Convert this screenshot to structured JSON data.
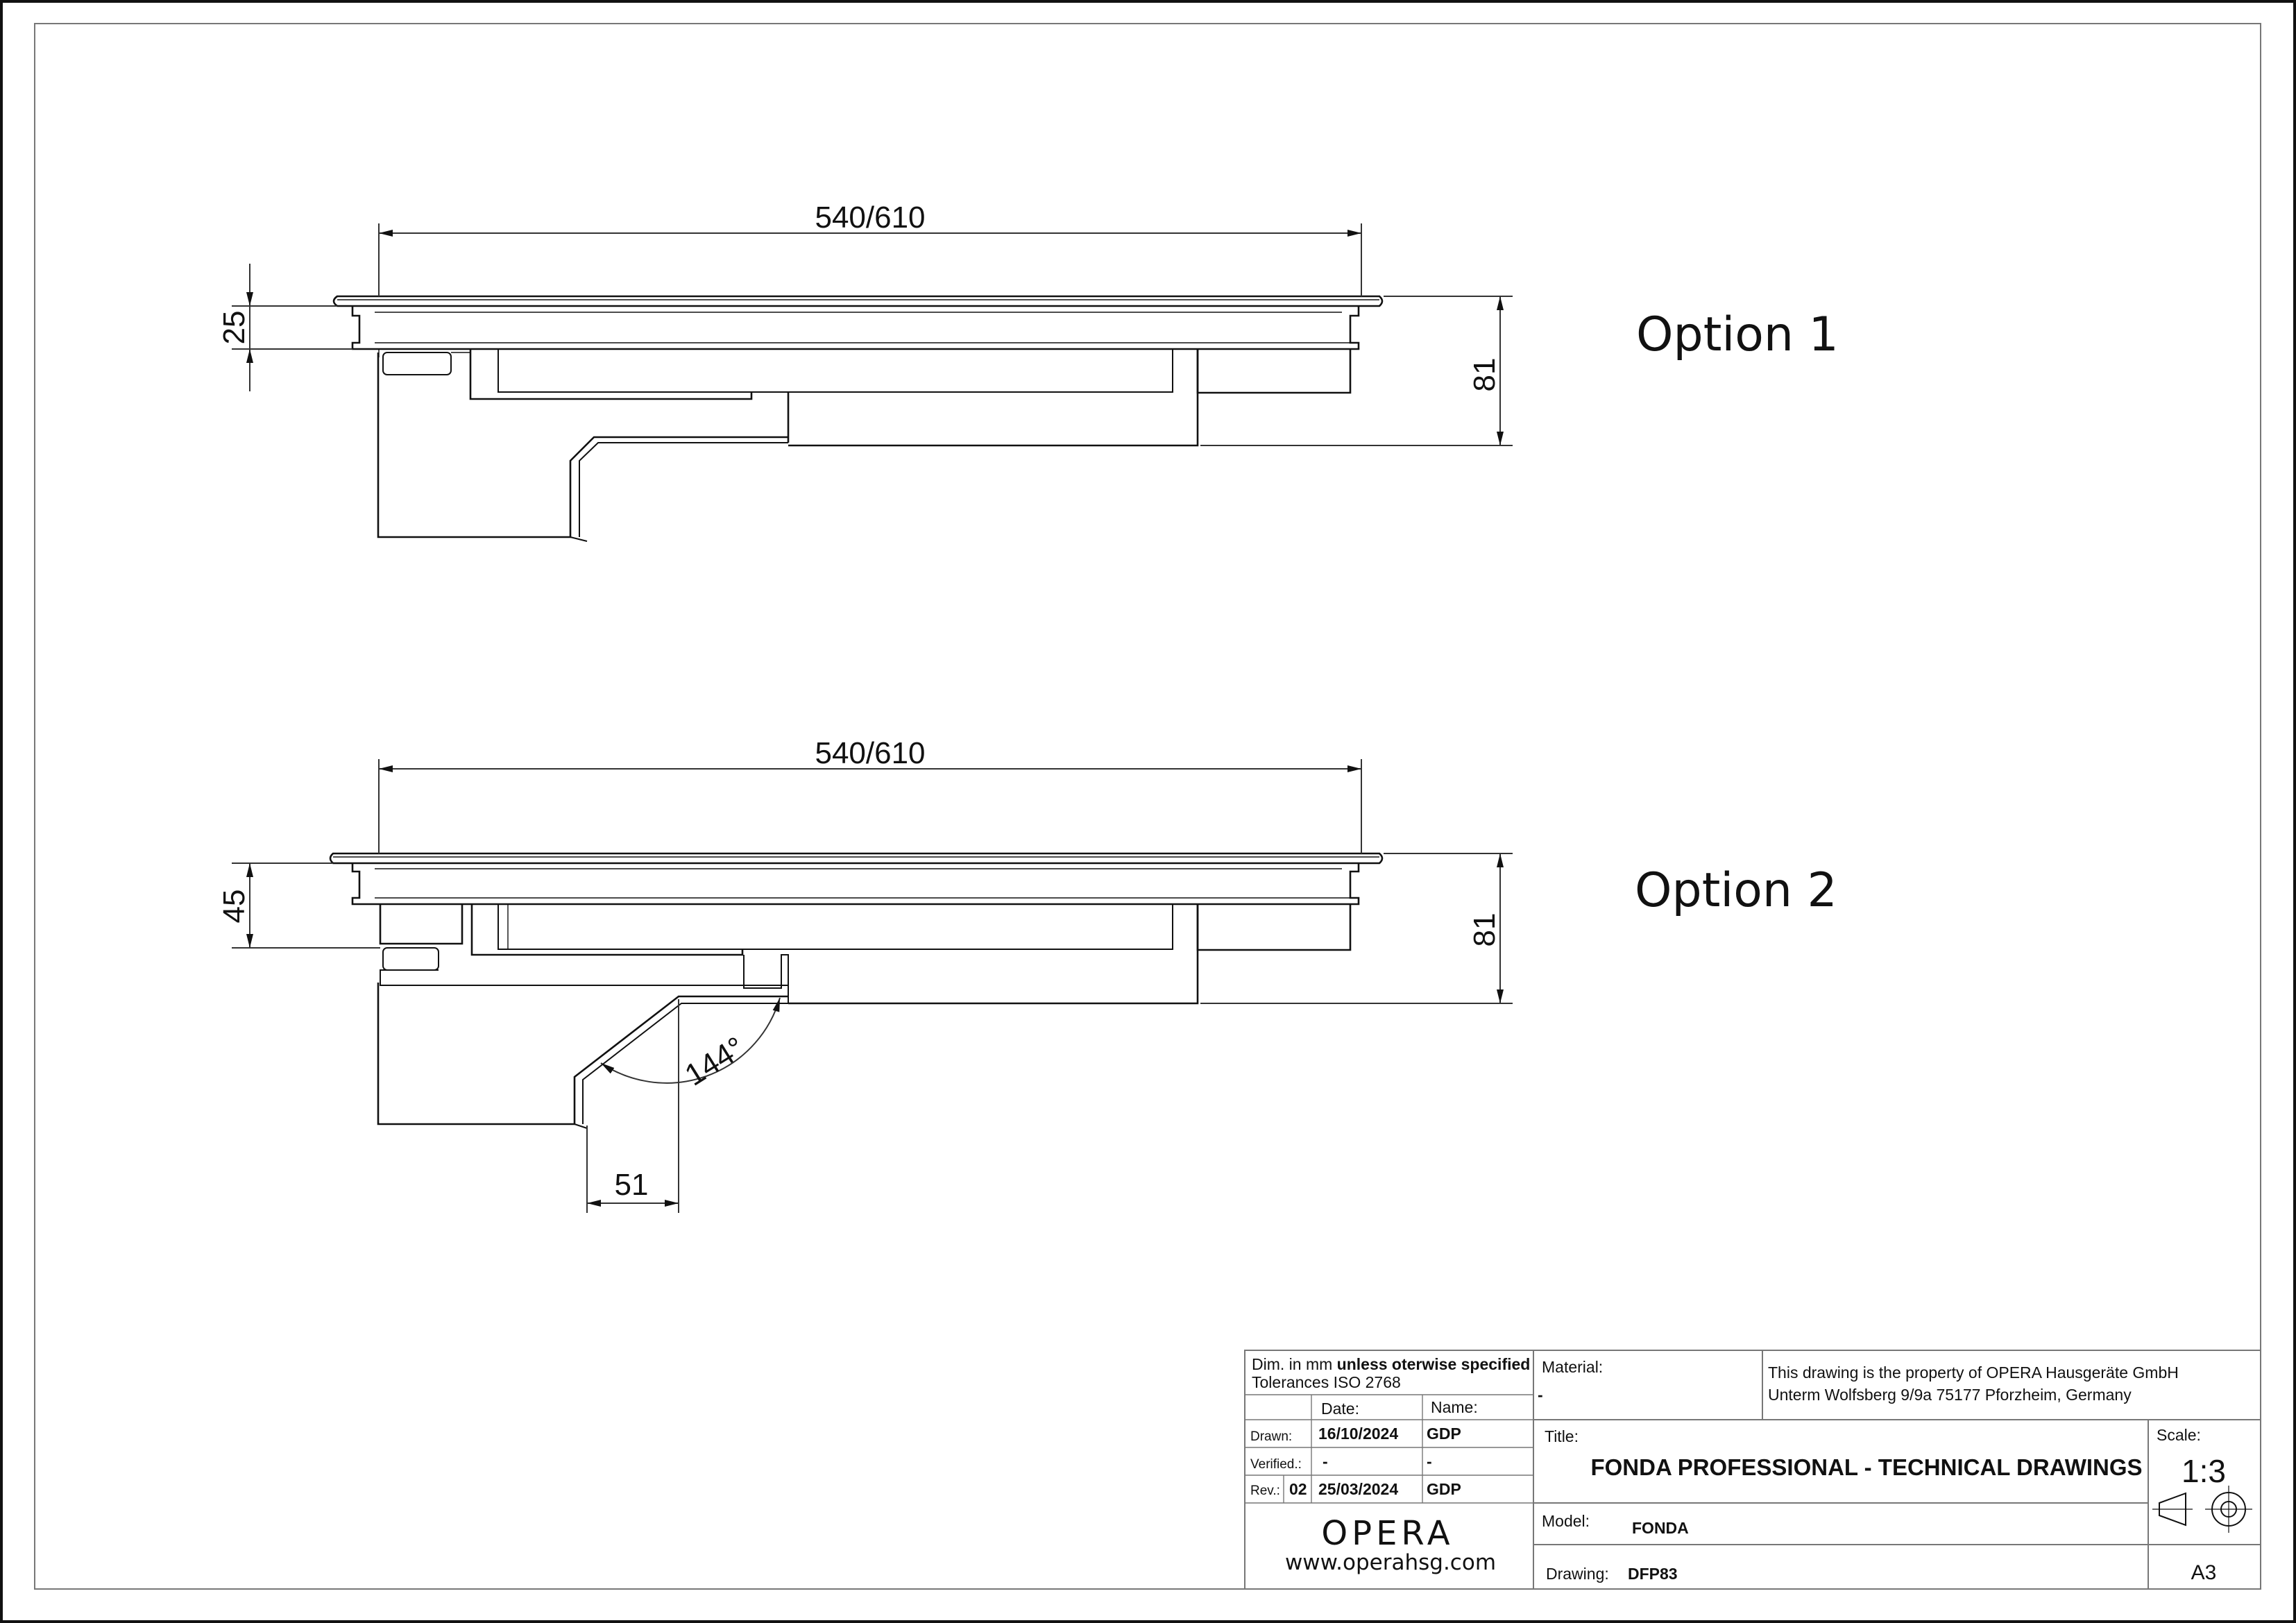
{
  "drawing": {
    "views": [
      {
        "label": "Option 1",
        "dims": {
          "width": "540/610",
          "left_height": "25",
          "right_height": "81"
        }
      },
      {
        "label": "Option 2",
        "dims": {
          "width": "540/610",
          "left_height": "45",
          "right_height": "81",
          "angle": "144°",
          "offset": "51"
        }
      }
    ]
  },
  "title_block": {
    "dim_note_plain": "Dim. in mm ",
    "dim_note_bold": "unless oterwise specified",
    "tolerances": "Tolerances ISO 2768",
    "headers": {
      "date": "Date:",
      "name": "Name:"
    },
    "rows": [
      {
        "label": "Drawn:",
        "rev": "",
        "date": "16/10/2024",
        "name": "GDP"
      },
      {
        "label": "Verified.:",
        "rev": "",
        "date": "-",
        "name": "-"
      },
      {
        "label": "Rev.:",
        "rev": "02",
        "date": "25/03/2024",
        "name": "GDP"
      }
    ],
    "logo": "OPERA",
    "website": "www.operahsg.com",
    "material_label": "Material:",
    "material_value": "-",
    "property_line1": "This drawing is the property of OPERA Hausgeräte GmbH",
    "property_line2": "Unterm Wolfsberg 9/9a 75177 Pforzheim, Germany",
    "title_label": "Title:",
    "title_value": "FONDA PROFESSIONAL - TECHNICAL DRAWINGS",
    "scale_label": "Scale:",
    "scale_value": "1:3",
    "model_label": "Model:",
    "model_value": "FONDA",
    "drawing_label": "Drawing:",
    "drawing_value": "DFP83",
    "paper_size": "A3"
  },
  "colors": {
    "line": "#111111",
    "dimension": "#333333",
    "grid": "#777777"
  }
}
